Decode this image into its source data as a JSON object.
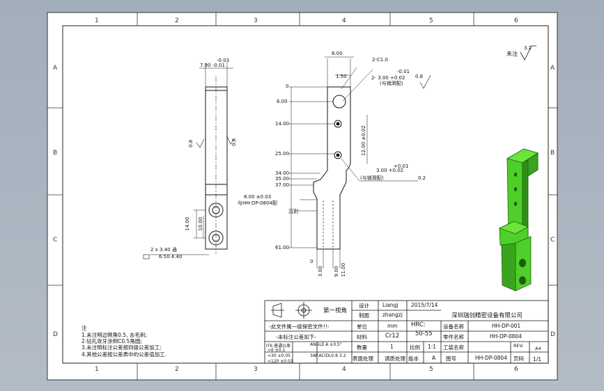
{
  "drawing": {
    "zones_top": [
      "1",
      "2",
      "3",
      "4",
      "5",
      "6"
    ],
    "zones_side": [
      "A",
      "B",
      "C",
      "D"
    ],
    "roughness_label": "未注",
    "roughness_value": "3.2",
    "side_view": {
      "width_dim": "7.90  -0.01",
      "width_tol": "-0.03",
      "roughness": "0.8",
      "pitch_14": "14.00",
      "pitch_10": "10.00",
      "holes": "2 x  3.40 通",
      "counterbore": "6.50  4.40"
    },
    "front_view": {
      "width_800": "8.00",
      "chamfer": "2-C1.0",
      "dim_150": "1.50",
      "pin_hole": "2- 3.00  +0.02",
      "pin_hole_tol": "-0.01",
      "pin_note": "(与销滑配)",
      "pin_rough": "0.8",
      "y0": "0",
      "y6": "6.00",
      "y14": "14.00",
      "y25": "25.00",
      "y34": "34.00",
      "y35": "35.00",
      "y37": "37.00",
      "y61": "61.00",
      "spacing": "12.00 ±0.02",
      "pin2": "3.00 +0.02",
      "pin2_tol": "+0.01",
      "pin2_note": "(与销滑配)",
      "pin2_pos": "0.2",
      "slot": "8.00 ±0.03",
      "slot_note": "与HH-DP-0804配",
      "section": "沉割",
      "x0": "0",
      "x3": "3.00",
      "x9": "9.00",
      "x11": "11.00"
    },
    "notes_title": "注",
    "notes": [
      "1.未注明边倒角0.5, 去毛刺;",
      "2.钻孔攻牙涂倒C0.5角圆;",
      "3.未注明标注公差按四级公差加工;",
      "4.其他公差按公差表中的公差值加工."
    ]
  },
  "title_block": {
    "projection_label": "第一视角",
    "design_label": "设计",
    "designer": "Liangj",
    "date": "2015/7/14",
    "draw_label": "制图",
    "drawer": "zhangzj",
    "company": "深圳瑞创精密设备有限公司",
    "warning1": "-此文件属一级保密文件!!-",
    "warning2": "-未标注公差如下-",
    "unit_label": "单位",
    "unit": "mm",
    "hardness_label": "HRC:",
    "hardness": "50-55",
    "device_label": "设备名称",
    "device": "HH-DP-001",
    "material_label": "材料",
    "material": "Cr12",
    "part_label": "零件名称",
    "part": "HH-DP-0804",
    "tol_header": "IT6 普通公差",
    "angle_tol": "ANGLE.A  ±0.5°",
    "tol_rows": [
      "<6   ±0.1",
      "<30  ±0.05",
      "<120 ±0.01"
    ],
    "surface_tol": "3AP.ACIDL0.8",
    "surface_val": "3.2",
    "qty_label": "数量",
    "qty": "1",
    "scale_label": "比例",
    "scale": "1:1",
    "process_label": "工装名称",
    "rev_label": "REV:",
    "size": "A4",
    "treatment_label": "表面处理",
    "treatment": "调质处理",
    "version_label": "版本",
    "version": "A",
    "drawing_no_label": "图号",
    "drawing_no": "HH-DP-0804",
    "page_label": "页码",
    "page": "1/1"
  },
  "colors": {
    "model_green": "#4fcf2a",
    "model_dark": "#2f8f18",
    "line": "#111111"
  }
}
